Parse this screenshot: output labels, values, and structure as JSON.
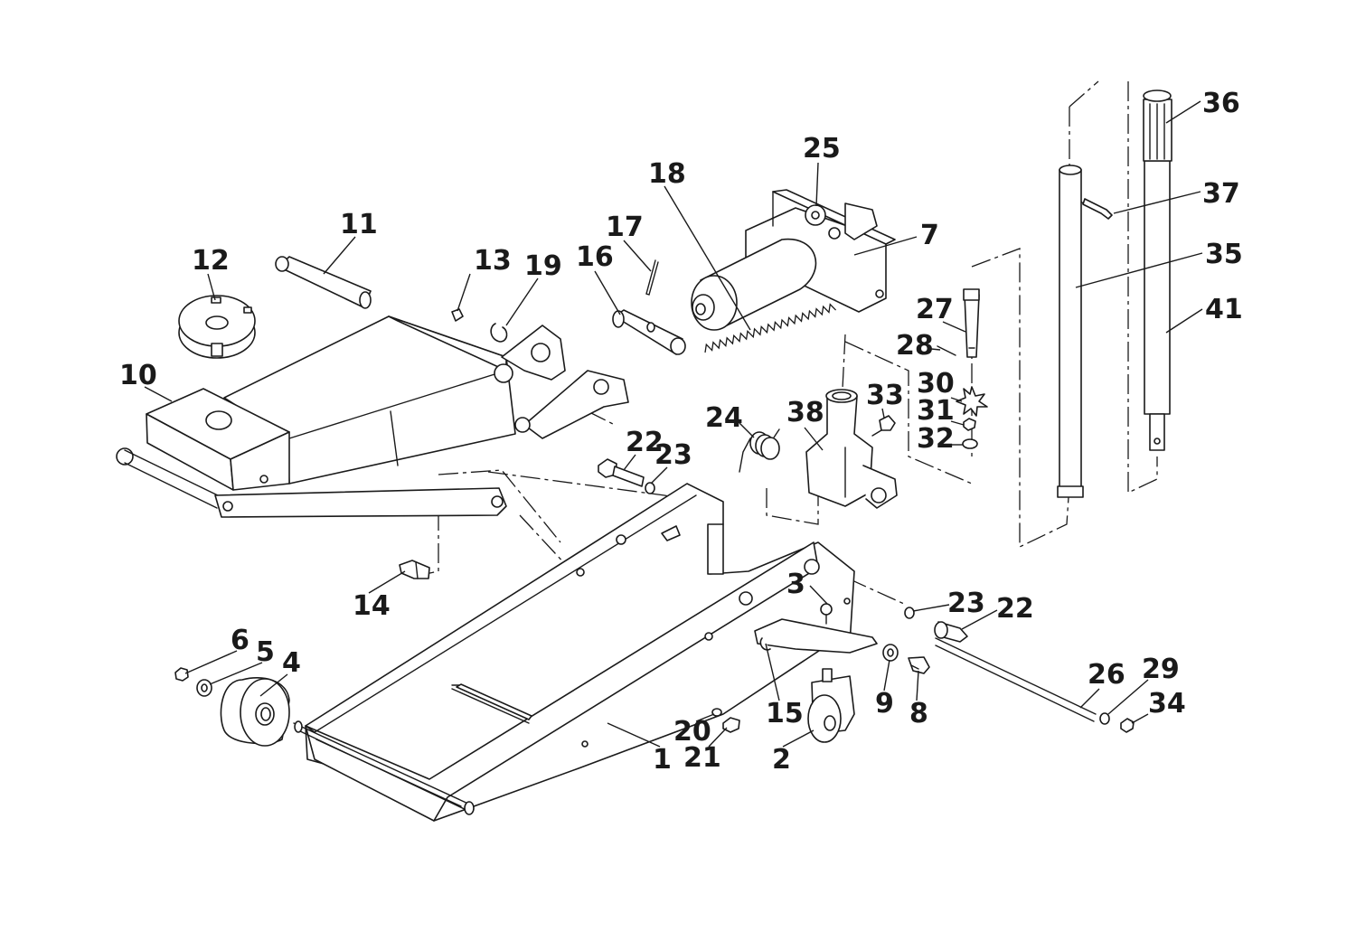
{
  "diagram": {
    "colors": {
      "ink": "#1a1a1a",
      "paper": "#ffffff"
    },
    "parts": [
      {
        "id": "p1",
        "label": "1",
        "name": "frame"
      },
      {
        "id": "p2",
        "label": "2",
        "name": "caster-wheel"
      },
      {
        "id": "p3",
        "label": "3",
        "name": "bolt"
      },
      {
        "id": "p4",
        "label": "4",
        "name": "front-wheel"
      },
      {
        "id": "p5",
        "label": "5",
        "name": "washer"
      },
      {
        "id": "p6",
        "label": "6",
        "name": "nut"
      },
      {
        "id": "p7",
        "label": "7",
        "name": "hydraulic-pump-unit"
      },
      {
        "id": "p8",
        "label": "8",
        "name": "bolt"
      },
      {
        "id": "p9",
        "label": "9",
        "name": "washer"
      },
      {
        "id": "p10",
        "label": "10",
        "name": "saddle-bracket"
      },
      {
        "id": "p11",
        "label": "11",
        "name": "pin"
      },
      {
        "id": "p12",
        "label": "12",
        "name": "saddle"
      },
      {
        "id": "p13",
        "label": "13",
        "name": "grease-fitting"
      },
      {
        "id": "p14",
        "label": "14",
        "name": "bolt"
      },
      {
        "id": "p15",
        "label": "15",
        "name": "circlip"
      },
      {
        "id": "p16",
        "label": "16",
        "name": "pin"
      },
      {
        "id": "p17",
        "label": "17",
        "name": "cotter-pin"
      },
      {
        "id": "p18",
        "label": "18",
        "name": "return-spring"
      },
      {
        "id": "p19",
        "label": "19",
        "name": "retaining-ring"
      },
      {
        "id": "p20",
        "label": "20",
        "name": "washer"
      },
      {
        "id": "p21",
        "label": "21",
        "name": "nut"
      },
      {
        "id": "p22a",
        "label": "22",
        "name": "bolt"
      },
      {
        "id": "p23a",
        "label": "23",
        "name": "washer"
      },
      {
        "id": "p22b",
        "label": "22",
        "name": "bolt"
      },
      {
        "id": "p23b",
        "label": "23",
        "name": "washer"
      },
      {
        "id": "p24",
        "label": "24",
        "name": "torsion-spring"
      },
      {
        "id": "p25",
        "label": "25",
        "name": "gear"
      },
      {
        "id": "p26",
        "label": "26",
        "name": "rod"
      },
      {
        "id": "p27",
        "label": "27",
        "name": "release-shaft"
      },
      {
        "id": "p28",
        "label": "28",
        "name": "pin"
      },
      {
        "id": "p29",
        "label": "29",
        "name": "washer"
      },
      {
        "id": "p30",
        "label": "30",
        "name": "star-gear"
      },
      {
        "id": "p31",
        "label": "31",
        "name": "nut"
      },
      {
        "id": "p32",
        "label": "32",
        "name": "washer"
      },
      {
        "id": "p33",
        "label": "33",
        "name": "bolt"
      },
      {
        "id": "p34",
        "label": "34",
        "name": "nut"
      },
      {
        "id": "p35",
        "label": "35",
        "name": "lower-handle"
      },
      {
        "id": "p36",
        "label": "36",
        "name": "handle-grip"
      },
      {
        "id": "p37",
        "label": "37",
        "name": "screw"
      },
      {
        "id": "p38",
        "label": "38",
        "name": "handle-socket"
      },
      {
        "id": "p41",
        "label": "41",
        "name": "upper-handle"
      }
    ]
  }
}
